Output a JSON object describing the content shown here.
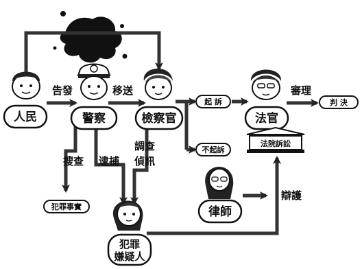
{
  "nodes": {
    "people": "人民",
    "police": "警察",
    "prosecutor": "檢察官",
    "judge": "法官",
    "lawyer": "律師",
    "suspect_line1": "犯罪",
    "suspect_line2": "嫌疑人"
  },
  "edge_labels": {
    "report": "告發",
    "transfer": "移送",
    "trial": "審理",
    "search": "搜查",
    "arrest": "逮捕",
    "investigate_line1": "調查",
    "investigate_line2": "偵訊",
    "defend": "辯護"
  },
  "outcomes": {
    "prosecute": "起 訴",
    "no_prosecute": "不起訴",
    "verdict": "判 決",
    "crime_prevention": "犯罪事實",
    "court": "法院訴訟"
  },
  "colors": {
    "ink": "#111111",
    "arrow": "#333333",
    "background": "#ffffff"
  }
}
